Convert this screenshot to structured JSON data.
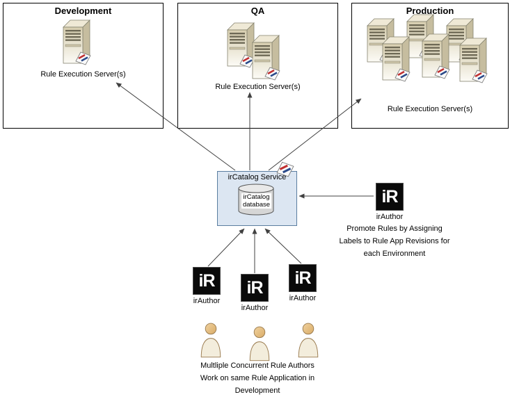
{
  "colors": {
    "canvas_bg": "#ffffff",
    "box_border": "#000000",
    "catalog_fill": "#dce6f2",
    "catalog_border": "#5a7da0",
    "ir_logo_bg": "#0a0a0a",
    "ir_logo_text_color": "#ffffff",
    "arrow_color": "#404040"
  },
  "icons": {
    "ir_logo_text": "iR"
  },
  "environments": [
    {
      "name": "Development",
      "server_label": "Rule Execution Server(s)"
    },
    {
      "name": "QA",
      "server_label": "Rule Execution Server(s)"
    },
    {
      "name": "Production",
      "server_label": "Rule Execution Server(s)"
    }
  ],
  "catalog": {
    "service_label": "irCatalog Service",
    "database_lines": [
      "irCatalog",
      "database"
    ]
  },
  "promoter": {
    "label": "irAuthor",
    "note_lines": [
      "Promote Rules by Assigning",
      "Labels to Rule App Revisions for",
      "each Environment"
    ]
  },
  "authors": [
    {
      "label": "irAuthor"
    },
    {
      "label": "irAuthor"
    },
    {
      "label": "irAuthor"
    }
  ],
  "authors_note_lines": [
    "Multliple Concurrent Rule Authors",
    "Work on same Rule Application in",
    "Development"
  ]
}
